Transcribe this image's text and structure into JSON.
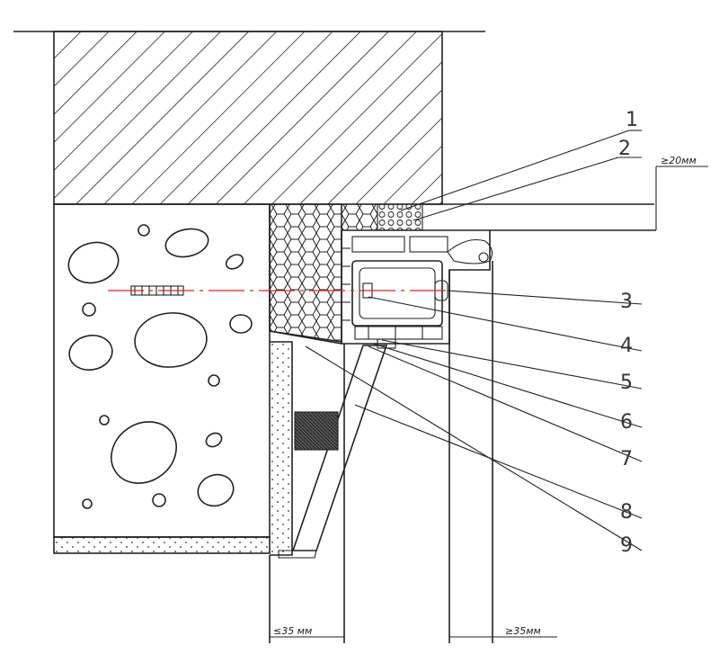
{
  "callouts": [
    {
      "number": "1"
    },
    {
      "number": "2"
    },
    {
      "number": "3"
    },
    {
      "number": "4"
    },
    {
      "number": "5"
    },
    {
      "number": "6"
    },
    {
      "number": "7"
    },
    {
      "number": "8"
    },
    {
      "number": "9"
    }
  ],
  "dimensions": {
    "top_right": "≥20мм",
    "bottom_left": "≤35 мм",
    "bottom_right": "≥35мм"
  },
  "colors": {
    "line": "#222222",
    "axis": "#e02020",
    "sealant": "#333333"
  }
}
